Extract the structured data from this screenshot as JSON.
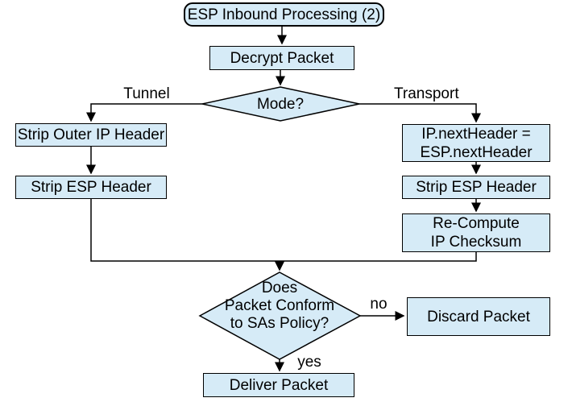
{
  "colors": {
    "canvas_bg": "#ffffff",
    "node_fill": "#d6ebf7",
    "node_border": "#000000",
    "line": "#000000",
    "text": "#000000"
  },
  "nodes": {
    "start": {
      "label": "ESP Inbound Processing (2)"
    },
    "decrypt": {
      "label": "Decrypt Packet"
    },
    "mode": {
      "label": "Mode?"
    },
    "strip_outer": {
      "label": "Strip Outer IP Header"
    },
    "strip_esp_left": {
      "label": "Strip ESP Header"
    },
    "ip_next": {
      "label": "IP.nextHeader =\nESP.nextHeader"
    },
    "strip_esp_right": {
      "label": "Strip ESP Header"
    },
    "recompute": {
      "label": "Re-Compute\nIP Checksum"
    },
    "policy": {
      "label": "Does\nPacket Conform\nto SAs Policy?"
    },
    "discard": {
      "label": "Discard Packet"
    },
    "deliver": {
      "label": "Deliver Packet"
    }
  },
  "edge_labels": {
    "tunnel": "Tunnel",
    "transport": "Transport",
    "no": "no",
    "yes": "yes"
  }
}
